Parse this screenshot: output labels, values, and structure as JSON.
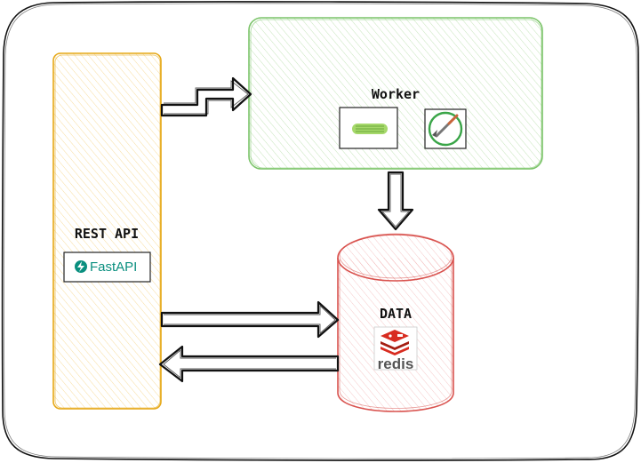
{
  "diagram": {
    "nodes": {
      "rest_api": {
        "label": "REST API",
        "badge": "FastAPI",
        "color": "#e6a817",
        "fill": "#fdf3d8"
      },
      "worker": {
        "label": "Worker",
        "color": "#7cc46a",
        "fill": "#e6f4df",
        "icons": [
          "celery-icon",
          "scrapy-icon"
        ]
      },
      "data": {
        "label": "DATA",
        "color": "#d9534f",
        "fill": "#f9dcdc",
        "logo": "redis"
      }
    },
    "edges": [
      {
        "from": "rest_api",
        "to": "worker"
      },
      {
        "from": "worker",
        "to": "data"
      },
      {
        "from": "rest_api",
        "to": "data"
      },
      {
        "from": "data",
        "to": "rest_api"
      }
    ]
  }
}
